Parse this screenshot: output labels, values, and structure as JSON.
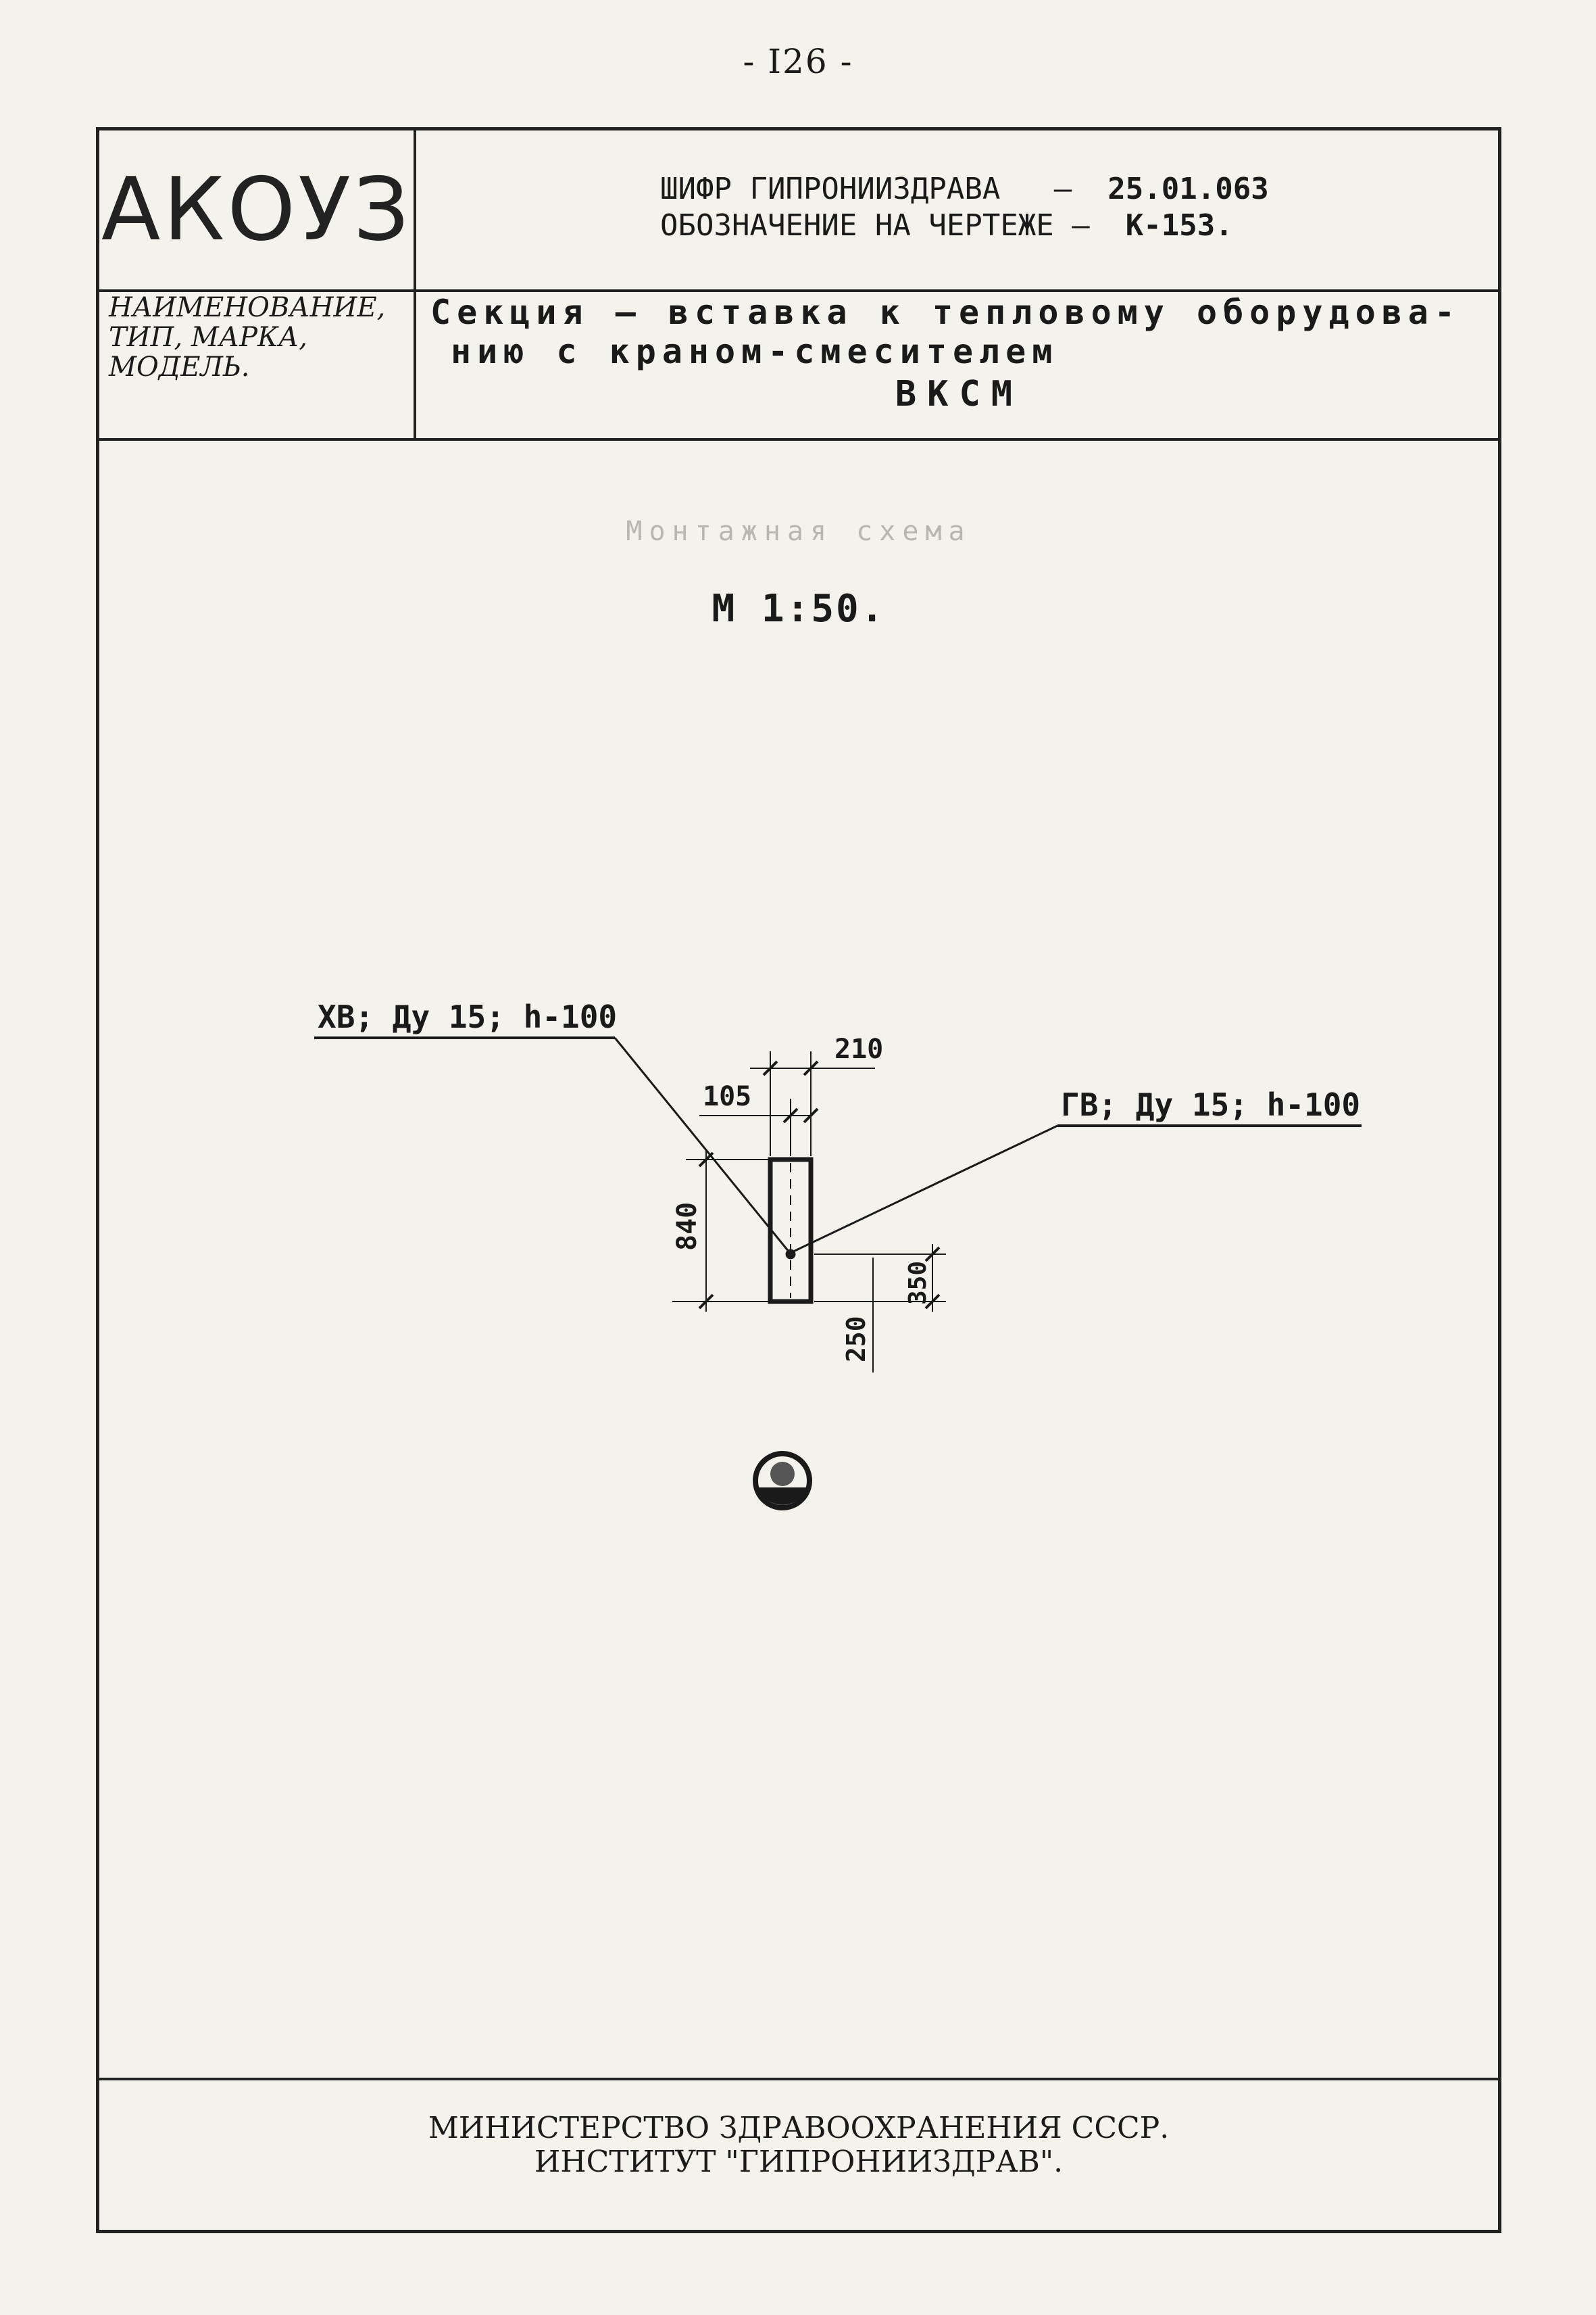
{
  "page_number": "- I26 -",
  "stamp": {
    "code": "АКОУЗ",
    "cipher_label": "ШИФР ГИПРОНИИЗДРАВА",
    "cipher_value": "25.01.063",
    "designation_label": "ОБОЗНАЧЕНИЕ НА ЧЕРТЕЖЕ",
    "designation_value": "К-153.",
    "name_label_1": "НАИМЕНОВАНИЕ,",
    "name_label_2": "ТИП, МАРКА,",
    "name_label_3": "МОДЕЛЬ.",
    "title_line_1": "Секция – вставка к тепловому оборудова-",
    "title_line_2": "нию с краном-смесителем",
    "model": "ВКСМ"
  },
  "drawing": {
    "scheme_title": "Монтажная схема",
    "scale": "М 1:50.",
    "cold_water_label": "ХВ; Ду 15; h-100",
    "hot_water_label": "ГВ; Ду 15; h-100",
    "dim_width": "210",
    "dim_half_width": "105",
    "dim_length": "840",
    "dim_offset_small": "350",
    "dim_offset": "250"
  },
  "footer": {
    "line_1": "МИНИСТЕРСТВО ЗДРАВООХРАНЕНИЯ СССР.",
    "line_2": "ИНСТИТУТ \"ГИПРОНИИЗДРАВ\"."
  }
}
